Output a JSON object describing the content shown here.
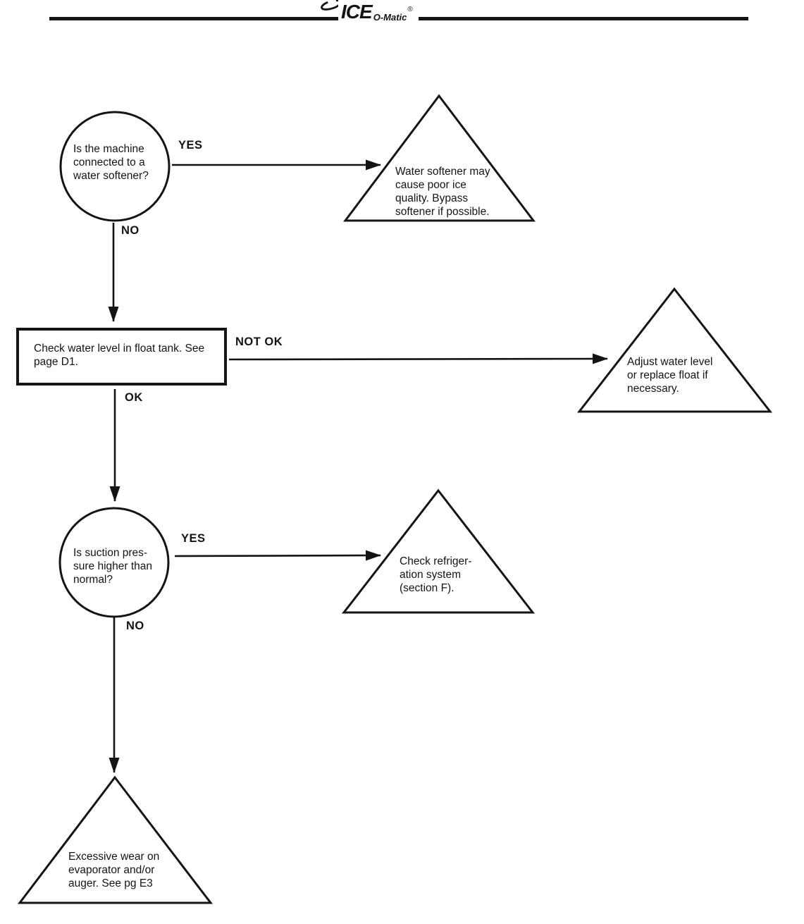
{
  "header": {
    "logo": {
      "main": "ICE",
      "sub": "O-Matic",
      "registered": "®"
    }
  },
  "flow": {
    "nodes": {
      "q_water_softener": {
        "shape": "circle",
        "text": "Is the machine\nconnected to a\nwater softener?"
      },
      "t_water_softener": {
        "shape": "triangle",
        "text": "Water softener may\ncause poor ice\nquality.  Bypass\nsoftener if possible."
      },
      "p_check_water_level": {
        "shape": "rect",
        "text": "Check water level in float tank. See\npage D1."
      },
      "t_adjust_water_level": {
        "shape": "triangle",
        "text": "Adjust water level\nor replace float  if\nnecessary."
      },
      "q_suction_pressure": {
        "shape": "circle",
        "text": "Is suction pres-\nsure higher than\nnormal?"
      },
      "t_check_refrigeration": {
        "shape": "triangle",
        "text": "Check refriger-\nation system\n(section F)."
      },
      "t_excessive_wear": {
        "shape": "triangle",
        "text": "Excessive wear on\nevaporator and/or\nauger. See pg E3"
      }
    },
    "labels": {
      "yes_1": "YES",
      "no_1": "NO",
      "not_ok": "NOT OK",
      "ok": "OK",
      "yes_2": "YES",
      "no_2": "NO"
    },
    "edges": [
      {
        "from": "q_water_softener",
        "to": "t_water_softener",
        "label": "YES"
      },
      {
        "from": "q_water_softener",
        "to": "p_check_water_level",
        "label": "NO"
      },
      {
        "from": "p_check_water_level",
        "to": "t_adjust_water_level",
        "label": "NOT OK"
      },
      {
        "from": "p_check_water_level",
        "to": "q_suction_pressure",
        "label": "OK"
      },
      {
        "from": "q_suction_pressure",
        "to": "t_check_refrigeration",
        "label": "YES"
      },
      {
        "from": "q_suction_pressure",
        "to": "t_excessive_wear",
        "label": "NO"
      }
    ]
  },
  "colors": {
    "ink": "#141414",
    "paper": "#ffffff"
  }
}
